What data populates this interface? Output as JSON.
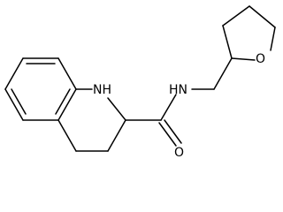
{
  "molecule": {
    "atoms": {
      "nh_ring": "NH",
      "nh_amide": "HN",
      "o_carbonyl": "O",
      "o_ring": "O"
    }
  }
}
